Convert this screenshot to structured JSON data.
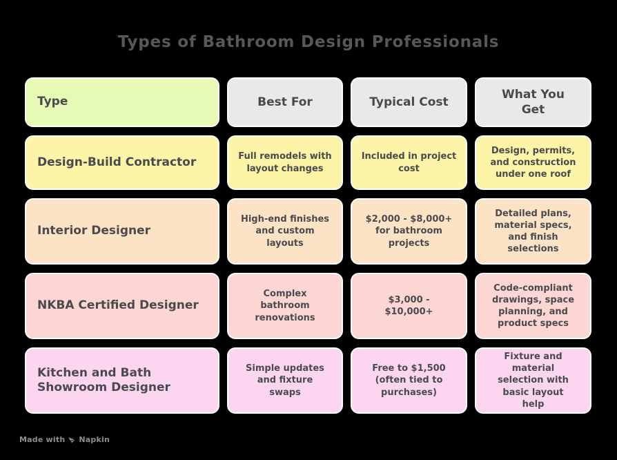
{
  "title": "Types of Bathroom Design Professionals",
  "table": {
    "headers": [
      "Type",
      "Best For",
      "Typical Cost",
      "What You Get"
    ],
    "rows": [
      {
        "type": "Design-Build Contractor",
        "best_for": "Full remodels with layout changes",
        "typical_cost": "Included in project cost",
        "what_you_get": "Design, permits, and construction under one roof"
      },
      {
        "type": "Interior Designer",
        "best_for": "High-end finishes and custom layouts",
        "typical_cost": "$2,000 - $8,000+ for bathroom projects",
        "what_you_get": "Detailed plans, material specs, and finish selections"
      },
      {
        "type": "NKBA Certified Designer",
        "best_for": "Complex bathroom renovations",
        "typical_cost": "$3,000 - $10,000+",
        "what_you_get": "Code-compliant drawings, space planning, and product specs"
      },
      {
        "type": "Kitchen and Bath Showroom Designer",
        "best_for": "Simple updates and fixture swaps",
        "typical_cost": "Free to $1,500 (often tied to purchases)",
        "what_you_get": "Fixture and material selection with basic layout help"
      }
    ]
  },
  "footer": {
    "made_with": "Made with",
    "brand": "Napkin",
    "icon": "napkin-pen-icon"
  },
  "colors": {
    "background": "#000000",
    "title_text": "#58585a",
    "cell_text": "#4a4a4e",
    "cell_border": "#ffffff",
    "header_type": "#e6fab6",
    "header_gray": "#e9e9e9",
    "row_design_build": "#fcf4a6",
    "row_interior": "#fce3c6",
    "row_nkba": "#fbd6d2",
    "row_showroom": "#fcd6f0",
    "footer_text": "#8f8f8f"
  },
  "chart_data": {
    "type": "table",
    "title": "Types of Bathroom Design Professionals",
    "columns": [
      "Type",
      "Best For",
      "Typical Cost",
      "What You Get"
    ],
    "rows": [
      [
        "Design-Build Contractor",
        "Full remodels with layout changes",
        "Included in project cost",
        "Design, permits, and construction under one roof"
      ],
      [
        "Interior Designer",
        "High-end finishes and custom layouts",
        "$2,000 - $8,000+ for bathroom projects",
        "Detailed plans, material specs, and finish selections"
      ],
      [
        "NKBA Certified Designer",
        "Complex bathroom renovations",
        "$3,000 - $10,000+",
        "Code-compliant drawings, space planning, and product specs"
      ],
      [
        "Kitchen and Bath Showroom Designer",
        "Simple updates and fixture swaps",
        "Free to $1,500 (often tied to purchases)",
        "Fixture and material selection with basic layout help"
      ]
    ],
    "legend_position": "none",
    "grid": false
  }
}
